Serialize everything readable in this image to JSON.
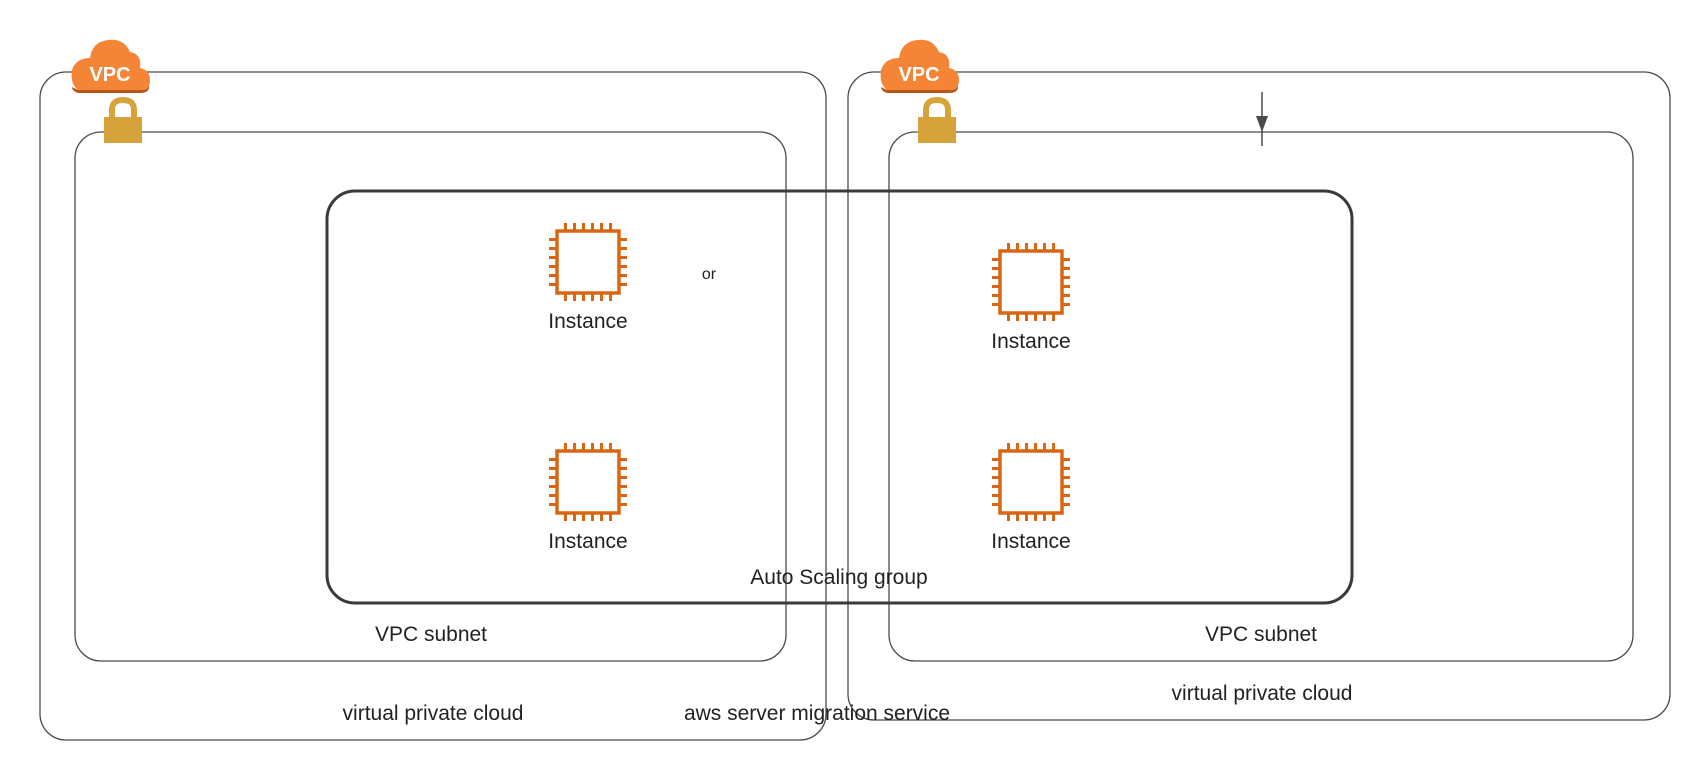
{
  "diagram": {
    "colors": {
      "vpc_orange": "#F58536",
      "lock_gold": "#D6A33A",
      "instance_orange": "#D86613",
      "line": "#4a4a4a",
      "asg_line": "#3a3a3a"
    },
    "vpc_badge_text": "VPC",
    "left_vpc": {
      "label": "virtual private cloud",
      "subnet_label": "VPC subnet",
      "vpc_icon": "vpc-cloud-icon",
      "subnet_icon": "lock-icon"
    },
    "right_vpc": {
      "label": "virtual private cloud",
      "subnet_label": "VPC subnet",
      "vpc_icon": "vpc-cloud-icon",
      "subnet_icon": "lock-icon"
    },
    "auto_scaling_group": {
      "label": "Auto Scaling group"
    },
    "instances": [
      {
        "label": "Instance",
        "icon": "ec2-instance-icon"
      },
      {
        "label": "Instance",
        "icon": "ec2-instance-icon"
      },
      {
        "label": "Instance",
        "icon": "ec2-instance-icon"
      },
      {
        "label": "Instance",
        "icon": "ec2-instance-icon"
      }
    ],
    "or_label": "or",
    "migration_label": "aws server migration service"
  }
}
